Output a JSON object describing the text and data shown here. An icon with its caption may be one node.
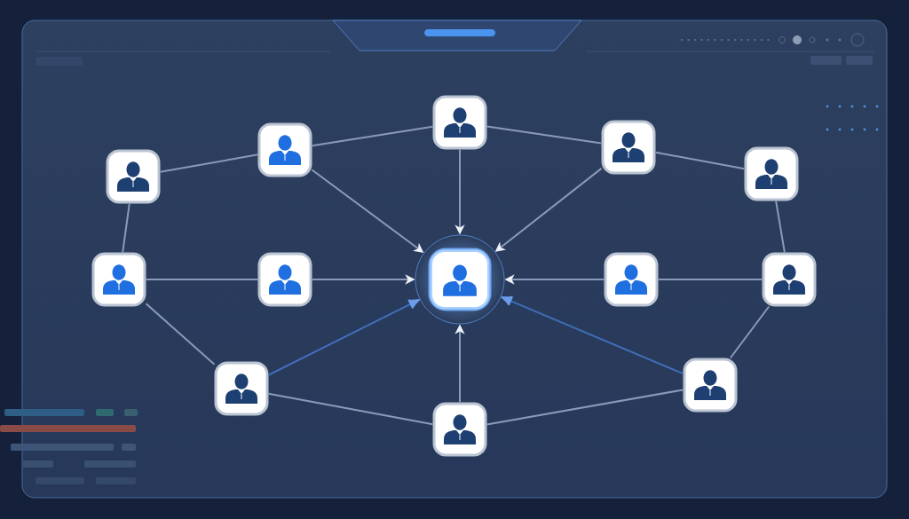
{
  "diagram": {
    "nodes": [
      {
        "text": [],
        "shape": "person"
      },
      {
        "text": [],
        "shape": "person"
      },
      {
        "text": [],
        "shape": "person"
      },
      {
        "text": [],
        "shape": "person"
      },
      {
        "text": [],
        "shape": "person"
      },
      {
        "text": [],
        "shape": "person"
      },
      {
        "text": [],
        "shape": "person"
      },
      {
        "text": [],
        "shape": "person"
      },
      {
        "text": [],
        "shape": "person"
      },
      {
        "text": [],
        "shape": "person"
      },
      {
        "text": [],
        "shape": "person"
      },
      {
        "text": [],
        "shape": "person"
      },
      {
        "text": [],
        "shape": "person"
      }
    ],
    "edges": [
      {
        "from": 3,
        "to": 1,
        "arrow": "none"
      },
      {
        "from": 1,
        "to": 0,
        "arrow": "none"
      },
      {
        "from": 0,
        "to": 2,
        "arrow": "none"
      },
      {
        "from": 2,
        "to": 4,
        "arrow": "none"
      },
      {
        "from": 3,
        "to": 5,
        "arrow": "none"
      },
      {
        "from": 4,
        "to": 9,
        "arrow": "none"
      },
      {
        "from": 0,
        "to": 7,
        "arrow": "to"
      },
      {
        "from": 1,
        "to": 7,
        "arrow": "to"
      },
      {
        "from": 2,
        "to": 7,
        "arrow": "to"
      },
      {
        "from": 5,
        "to": 6,
        "arrow": "none"
      },
      {
        "from": 6,
        "to": 7,
        "arrow": "to"
      },
      {
        "from": 8,
        "to": 7,
        "arrow": "to"
      },
      {
        "from": 8,
        "to": 9,
        "arrow": "none"
      },
      {
        "from": 10,
        "to": 7,
        "arrow": "to",
        "color": "#3f6fb6"
      },
      {
        "from": 11,
        "to": 7,
        "arrow": "to",
        "color": "#3f6fb6"
      },
      {
        "from": 5,
        "to": 10,
        "arrow": "none"
      },
      {
        "from": 9,
        "to": 11,
        "arrow": "none"
      },
      {
        "from": 12,
        "to": 7,
        "arrow": "to"
      },
      {
        "from": 10,
        "to": 12,
        "arrow": "none"
      },
      {
        "from": 12,
        "to": 11,
        "arrow": "none"
      }
    ]
  }
}
